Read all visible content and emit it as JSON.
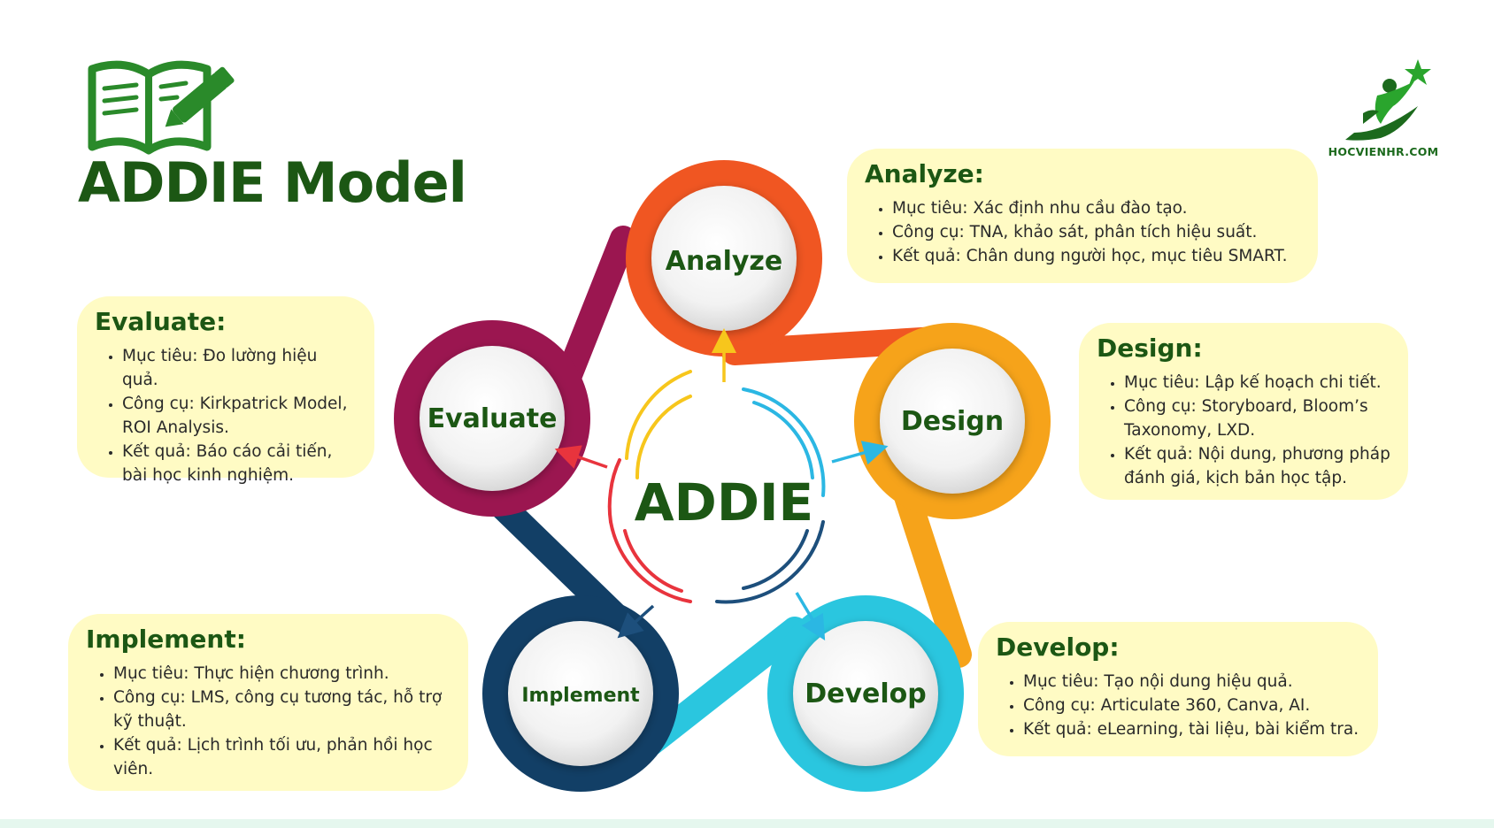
{
  "title": "ADDIE Model",
  "logo": {
    "text": "HOCVIENHR.COM",
    "icon": "star-person-icon",
    "color": "#1c6a1d"
  },
  "diagram": {
    "center_label": "ADDIE",
    "phases": [
      {
        "label": "Analyze",
        "color": "#f05622",
        "shade": "#ee6422"
      },
      {
        "label": "Design",
        "color": "#f6a31a",
        "shade": "#f2a017"
      },
      {
        "label": "Develop",
        "color": "#2ac6df",
        "shade": "#2bb7d6"
      },
      {
        "label": "Implement",
        "color": "#123f66",
        "shade": "#1b4a73"
      },
      {
        "label": "Evaluate",
        "color": "#9b1650",
        "shade": "#a01a55"
      }
    ],
    "ring_colors": [
      "#f7c61c",
      "#2bb7e3",
      "#1d4f7c",
      "#e8343d"
    ]
  },
  "cards": {
    "analyze": {
      "heading": "Analyze:",
      "items": [
        "Mục tiêu: Xác định nhu cầu đào tạo.",
        "Công cụ: TNA, khảo sát, phân tích hiệu suất.",
        "Kết quả: Chân dung người học, mục tiêu SMART."
      ]
    },
    "design": {
      "heading": "Design:",
      "items": [
        "Mục tiêu: Lập kế hoạch chi tiết.",
        "Công cụ: Storyboard, Bloom’s Taxonomy, LXD.",
        "Kết quả: Nội dung, phương pháp đánh giá, kịch bản học tập."
      ]
    },
    "develop": {
      "heading": "Develop:",
      "items": [
        "Mục tiêu: Tạo nội dung hiệu quả.",
        "Công cụ: Articulate 360, Canva, AI.",
        "Kết quả: eLearning, tài liệu, bài kiểm tra."
      ]
    },
    "implement": {
      "heading": "Implement:",
      "items": [
        "Mục tiêu: Thực hiện chương trình.",
        "Công cụ: LMS, công cụ tương tác, hỗ trợ kỹ thuật.",
        "Kết quả: Lịch trình tối ưu, phản hồi học viên."
      ]
    },
    "evaluate": {
      "heading": "Evaluate:",
      "items": [
        "Mục tiêu: Đo lường hiệu quả.",
        "Công cụ: Kirkpatrick Model, ROI Analysis.",
        "Kết quả: Báo cáo cải tiến, bài học kinh nghiệm."
      ]
    }
  },
  "colors": {
    "title_green": "#1c5714",
    "card_bg": "#fffbc4",
    "book_green": "#2a8a2a"
  }
}
